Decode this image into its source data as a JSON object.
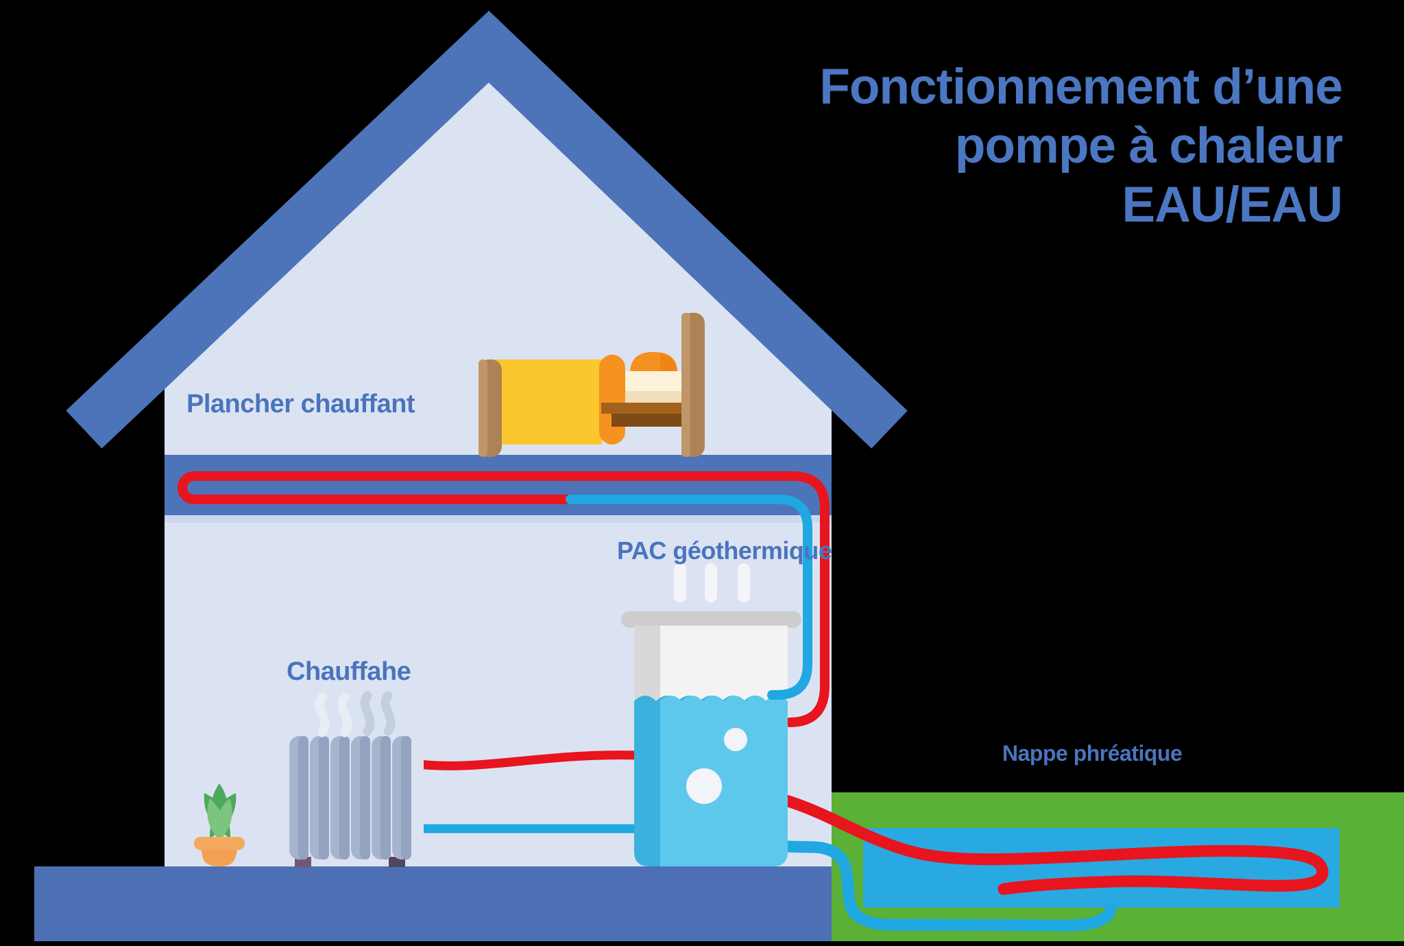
{
  "title": {
    "line1": "Fonctionnement d’une",
    "line2": "pompe à chaleur",
    "line3": "EAU/EAU"
  },
  "labels": {
    "floor_heating": "Plancher chauffant",
    "radiator": "Chauffahe",
    "heat_pump": "PAC géothermique",
    "groundwater": "Nappe phréatique"
  },
  "icons": [
    "roof-icon",
    "house-icon",
    "bed-icon",
    "radiator-icon",
    "heat-waves-icon",
    "plant-icon",
    "heat-pump-tank-icon",
    "steam-icon",
    "hot-pipe-icon",
    "cold-pipe-icon",
    "soil-icon",
    "groundwater-pool-icon"
  ],
  "colors": {
    "background": "#000000",
    "text_blue": "#4b77c2",
    "roof_blue": "#4d74b8",
    "wall_light_blue": "#dbe3f3",
    "floor_blue": "#4c70b3",
    "hot_pipe_red": "#e8141e",
    "cold_pipe_cyan": "#1fa8e1",
    "groundwater_cyan": "#29a9e1",
    "soil_green": "#5bb036",
    "tank_water_cyan": "#5ec8ec",
    "tank_body_white": "#f3f3f3"
  }
}
